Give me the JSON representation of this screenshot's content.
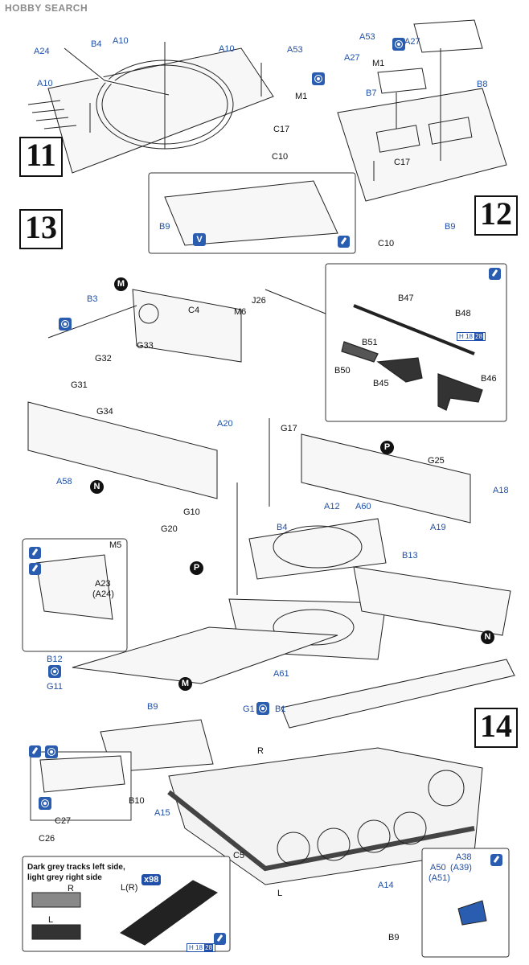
{
  "watermark": "HOBBY SEARCH",
  "steps": {
    "s11": "11",
    "s12": "12",
    "s13": "13",
    "s14": "14"
  },
  "sub_markers": {
    "m": "M",
    "n": "N",
    "p": "P"
  },
  "labels": {
    "a10_1": "A10",
    "a10_2": "A10",
    "a10_3": "A10",
    "a24": "A24",
    "b4_1": "B4",
    "a53_1": "A53",
    "a53_2": "A53",
    "a27_1": "A27",
    "a27_2": "A27",
    "m1_1": "M1",
    "m1_2": "M1",
    "b7": "B7",
    "b8": "B8",
    "c17_1": "C17",
    "c17_2": "C17",
    "c10_1": "C10",
    "c10_2": "C10",
    "b9_1": "B9",
    "b9_2": "B9",
    "b3": "B3",
    "c4": "C4",
    "m6": "M6",
    "j26": "J26",
    "g32": "G32",
    "g31": "G31",
    "g33": "G33",
    "g34": "G34",
    "b47": "B47",
    "b48": "B48",
    "b51": "B51",
    "b50": "B50",
    "b45": "B45",
    "b46": "B46",
    "a20": "A20",
    "a58": "A58",
    "g10": "G10",
    "g20": "G20",
    "m5": "M5",
    "g17": "G17",
    "g25": "G25",
    "a18": "A18",
    "a12": "A12",
    "a60": "A60",
    "a19": "A19",
    "b4_2": "B4",
    "b13": "B13",
    "a23": "A23",
    "a24p": "(A24)",
    "a61": "A61",
    "b12": "B12",
    "g11": "G11",
    "g1": "G1",
    "b1": "B1",
    "b9_3": "B9",
    "r1": "R",
    "r2": "R",
    "l1": "L",
    "l2": "L",
    "lr": "L(R)",
    "b10": "B10",
    "a15": "A15",
    "c27": "C27",
    "c26": "C26",
    "c5": "C5",
    "a14": "A14",
    "b9_4": "B9",
    "a50": "A50",
    "a51": "(A51)",
    "a38": "A38",
    "a39": "(A39)"
  },
  "paint_refs": {
    "h1": "H",
    "n1": "18",
    "n2": "28",
    "h2": "H",
    "n3": "18",
    "n4": "28"
  },
  "track_note": {
    "line1": "Dark grey tracks left side,",
    "line2": "light grey right side"
  },
  "track_count": "x98",
  "icons": {
    "glue": "glue-icon",
    "optional": "option-icon",
    "vpart": "v-part-icon"
  }
}
